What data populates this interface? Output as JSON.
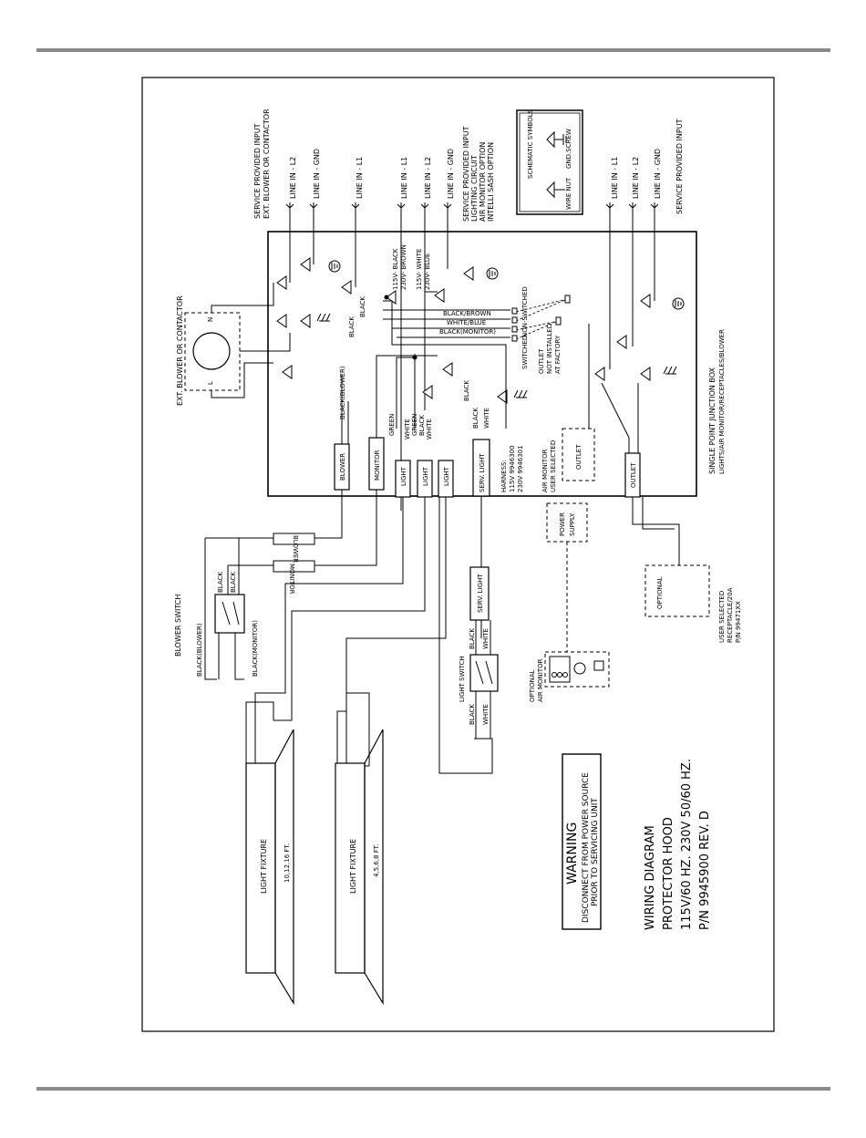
{
  "header": {},
  "footer": {},
  "diagram": {
    "warning": {
      "title": "WARNING",
      "line1": "DISCONNECT FROM POWER SOURCE",
      "line2": "PRIOR TO SERVICING UNIT"
    },
    "title_block": {
      "title": "WIRING DIAGRAM",
      "product": "PROTECTOR HOOD",
      "voltage": "115V/60 HZ. 230V 50/60 HZ.",
      "part_number": "P/N 9945900 REV. D"
    },
    "schematic_symbols": {
      "title": "SCHEMATIC SYMBOLS",
      "wire_nut": "WIRE NUT",
      "gnd_screw": "GND.SCREW"
    },
    "junction_box": {
      "title": "SINGLE POINT JUNCTION BOX",
      "subtitle": "LIGHTS/AIR MONITOR/RECEPTACLES/BLOWER"
    },
    "line_inputs_top_left": [
      "LINE IN - L2",
      "LINE IN - GND",
      "LINE IN - L1"
    ],
    "service_input_blower": [
      "SERVICE PROVIDED INPUT",
      "EXT. BLOWER OR CONTACTOR"
    ],
    "line_inputs_top_mid": [
      "LINE IN - L1",
      "LINE IN - L2",
      "LINE IN - GND"
    ],
    "service_input_lighting": [
      "SERVICE PROVIDED INPUT",
      "LIGHTING CIRCUIT",
      "AIR MONITOR OPTION",
      "INTELLI SASH OPTION"
    ],
    "line_inputs_top_right": [
      "LINE IN - L1",
      "LINE IN - L2",
      "LINE IN - GND"
    ],
    "service_input_right": "SERVICE PROVIDED INPUT",
    "ext_blower": "EXT. BLOWER OR CONTACTOR",
    "motor_labels": {
      "n": "N",
      "l": "L"
    },
    "voltage_labels": [
      "115V- BLACK",
      "230V- BROWN",
      "115V- WHITE",
      "230V- BLUE"
    ],
    "wire_labels": {
      "black": "BLACK",
      "black_blower": "BLACK(BLOWER)",
      "black_monitor": "BLACK(MONITOR)",
      "black_brown": "BLACK/BROWN",
      "white_blue": "WHITE/BLUE",
      "blackmonitor": "BLACK(MONITOR)",
      "green": "GREEN",
      "white": "WHITE"
    },
    "switched": "SWITCHED",
    "non_switched": "NON-SWITCHED",
    "outlet_note": [
      "OUTLET",
      "NOT INSTALLED",
      "AT FACTORY"
    ],
    "harness": [
      "HARNESS:",
      "115V 9946300",
      "230V 9946301"
    ],
    "air_monitor_user": [
      "AIR MONITOR",
      "USER SELECTED"
    ],
    "connectors": {
      "blower": "BLOWER",
      "monitor": "MONITOR",
      "light": "LIGHT",
      "serv_light": "SERV. LIGHT",
      "outlet": "OUTLET"
    },
    "power_supply": [
      "POWER",
      "SUPPLY"
    ],
    "optional": "OPTIONAL",
    "receptacle": [
      "USER SELECTED",
      "RECEPTACLE/20A",
      "P/N 99471XX"
    ],
    "optional_air_monitor": [
      "OPTIONAL",
      "AIR MONITOR"
    ],
    "blower_switch": "BLOWER SWITCH",
    "light_switch": "LIGHT SWITCH",
    "light_fixture_1": {
      "label": "LIGHT FIXTURE",
      "size": "10,12,16 FT."
    },
    "light_fixture_2": {
      "label": "LIGHT FIXTURE",
      "size": "4,5,6,8 FT."
    }
  }
}
